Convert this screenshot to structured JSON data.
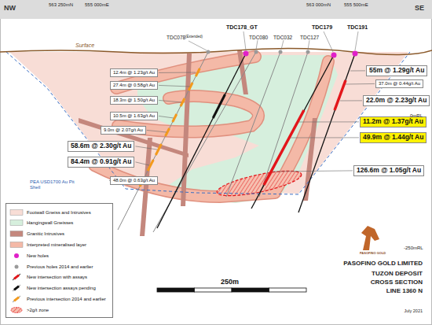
{
  "diagram": {
    "nodes": [
      {
        "text": [
          "12.4m @ 1.23g/t Au"
        ]
      },
      {
        "text": [
          "27.4m @ 0.58g/t Au"
        ]
      },
      {
        "text": [
          "18.3m @ 1.50g/t Au"
        ]
      },
      {
        "text": [
          "10.5m @ 1.63g/t Au"
        ]
      },
      {
        "text": [
          "9.0m @ 2.07g/t Au"
        ]
      },
      {
        "text": [
          "58.6m @ 2.30g/t Au"
        ]
      },
      {
        "text": [
          "84.4m @ 0.91g/t Au"
        ]
      },
      {
        "text": [
          "48.0m @ 0.63g/t Au"
        ]
      },
      {
        "text": [
          "55m @ 1.29g/t Au"
        ]
      },
      {
        "text": [
          "37.0m @ 0.44g/t Au"
        ]
      },
      {
        "text": [
          "22.0m @ 2.23g/t Au"
        ]
      },
      {
        "text": [
          "11.2m @ 1.37g/t Au"
        ]
      },
      {
        "text": [
          "49.9m @ 1.44g/t Au"
        ]
      },
      {
        "text": [
          "126.6m @ 1.05g/t Au"
        ]
      }
    ],
    "labels": [
      "NW",
      "563 250mN",
      "555 000mE",
      "563 000mN",
      "555 500mE",
      "SE",
      "Surface",
      "TDC078",
      "(Extended)",
      "TDC178_GT",
      "TDC080",
      "TDC032",
      "TDC127",
      "TDC179",
      "TDC191",
      "PEA USD1700 Au Pit Shell",
      "0mRL",
      "-250mRL",
      "250m",
      "PASOFINO GOLD",
      "PASOFINO GOLD LIMITED",
      "TUZON DEPOSIT",
      "CROSS SECTION",
      "LINE 1360 N",
      "July 2021"
    ],
    "legend": [
      {
        "text": "Footwall Gneiss and Intrusives",
        "color": "#f8ddd6"
      },
      {
        "text": "Hangingwall Gneisses",
        "color": "#d6efdd"
      },
      {
        "text": "Granitic Intrusives",
        "color": "#c4877d"
      },
      {
        "text": "Interpreted mineralised layer",
        "color": "#f4b9a7"
      },
      {
        "text": "New holes"
      },
      {
        "text": "Previous holes 2014 and earlier"
      },
      {
        "text": "New intersection with assays"
      },
      {
        "text": "New intersection assays pending"
      },
      {
        "text": "Previous intersection 2014 and earlier"
      },
      {
        "text": ">2g/t zone"
      }
    ]
  }
}
